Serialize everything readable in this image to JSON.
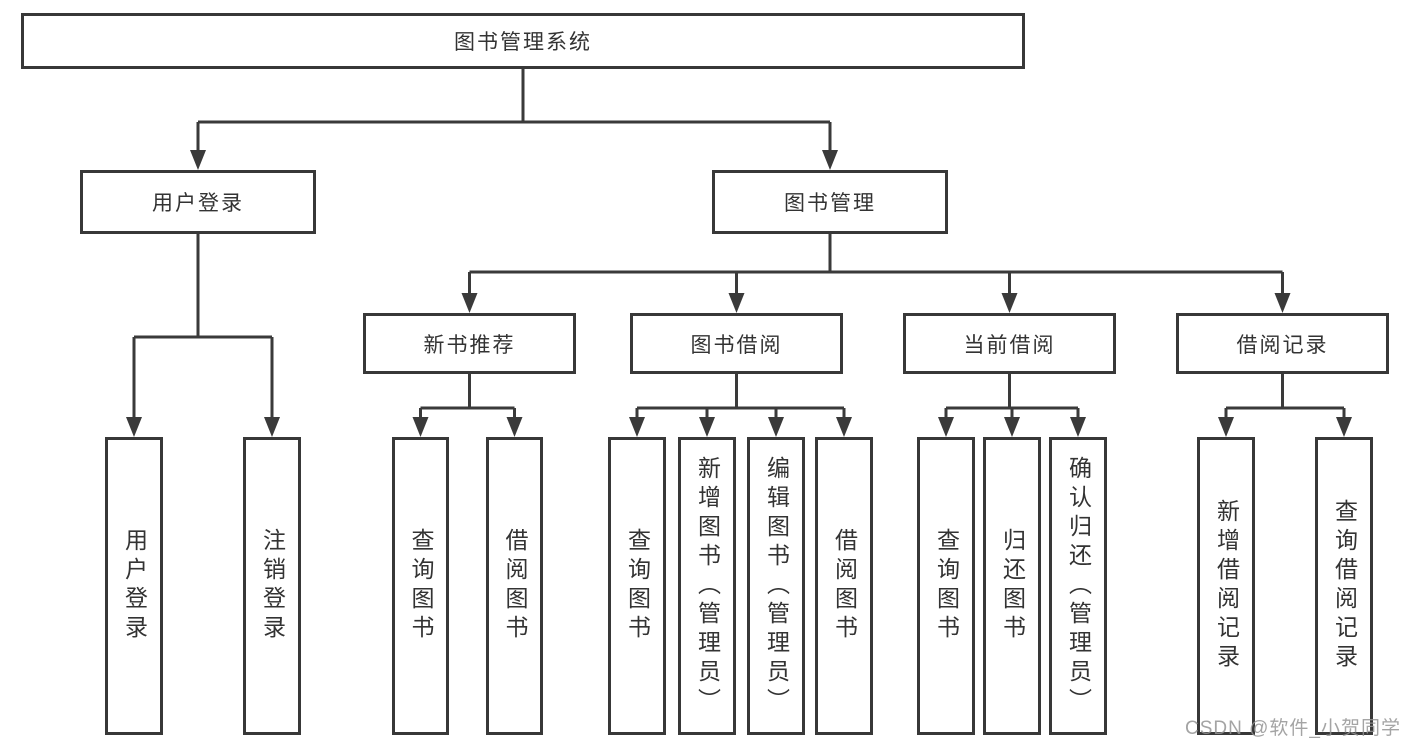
{
  "colors": {
    "line": "#3a3a3a",
    "box_border": "#383838",
    "text": "#333333",
    "watermark": "#949494",
    "background": "#ffffff"
  },
  "diagram": {
    "root": {
      "label": "图书管理系统"
    },
    "level2": [
      {
        "label": "用户登录"
      },
      {
        "label": "图书管理"
      }
    ],
    "level3": [
      {
        "label": "新书推荐"
      },
      {
        "label": "图书借阅"
      },
      {
        "label": "当前借阅"
      },
      {
        "label": "借阅记录"
      }
    ],
    "leaves": {
      "login": [
        "用户登录",
        "注销登录"
      ],
      "recommend": [
        "查询图书",
        "借阅图书"
      ],
      "borrow": [
        "查询图书",
        "新增图书（管理员）",
        "编辑图书（管理员）",
        "借阅图书"
      ],
      "current": [
        "查询图书",
        "归还图书",
        "确认归还（管理员）"
      ],
      "records": [
        "新增借阅记录",
        "查询借阅记录"
      ]
    }
  },
  "watermark": {
    "text": "CSDN @软件_小贺同学"
  }
}
